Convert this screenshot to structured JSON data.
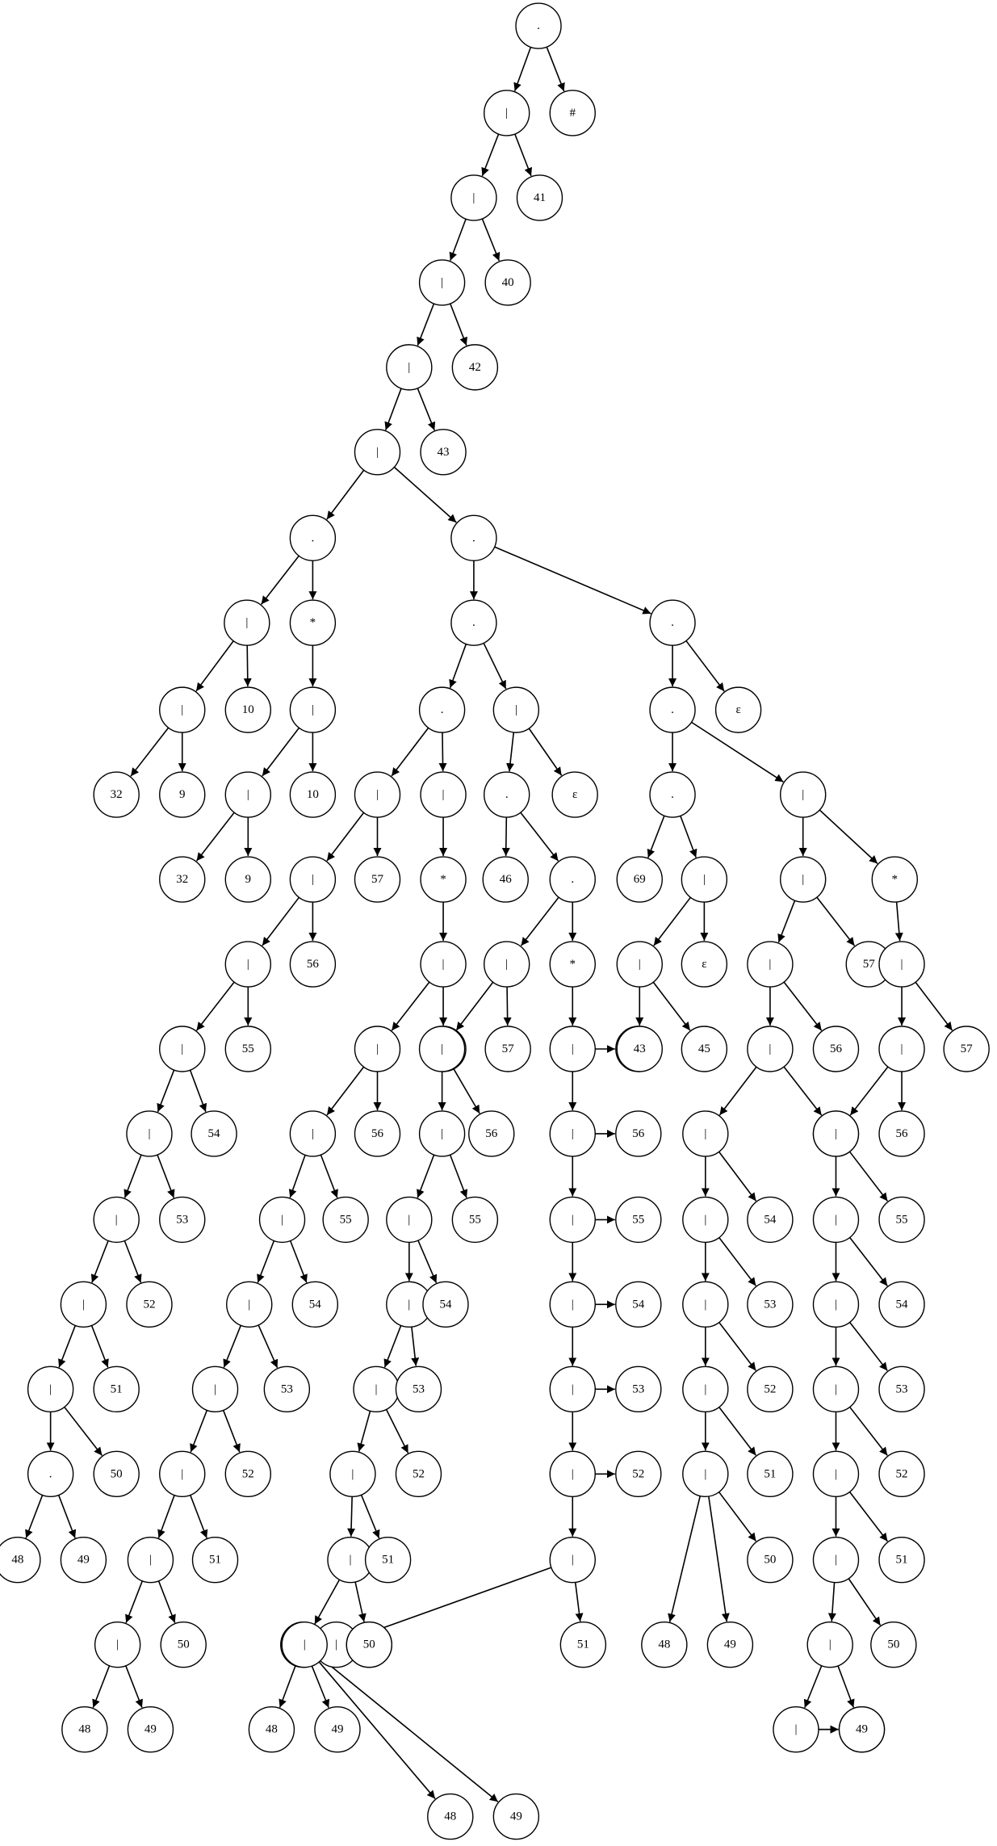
{
  "tree": {
    "nodes": [
      [
        "n1",
        "."
      ],
      [
        "n2",
        "|"
      ],
      [
        "n3",
        "#"
      ],
      [
        "n4",
        "|"
      ],
      [
        "n5",
        "41"
      ],
      [
        "n6",
        "|"
      ],
      [
        "n7",
        "40"
      ],
      [
        "n8",
        "|"
      ],
      [
        "n9",
        "42"
      ],
      [
        "n10",
        "|"
      ],
      [
        "n11",
        "43"
      ],
      [
        "n12",
        "."
      ],
      [
        "n13",
        "."
      ],
      [
        "a1",
        "|"
      ],
      [
        "a2",
        "*"
      ],
      [
        "a3",
        "|"
      ],
      [
        "a4",
        "10"
      ],
      [
        "a5",
        "32"
      ],
      [
        "a6",
        "9"
      ],
      [
        "a7",
        "|"
      ],
      [
        "a8",
        "|"
      ],
      [
        "a9",
        "10"
      ],
      [
        "a10",
        "32"
      ],
      [
        "a11",
        "9"
      ],
      [
        "b1",
        "."
      ],
      [
        "b2",
        "|"
      ],
      [
        "b3",
        "."
      ],
      [
        "b4",
        "ε"
      ],
      [
        "c1",
        "."
      ],
      [
        "c2",
        "|"
      ],
      [
        "c3",
        "*"
      ],
      [
        "c4",
        "|"
      ],
      [
        "c5",
        "57"
      ],
      [
        "c6",
        "|"
      ],
      [
        "c7",
        "56"
      ],
      [
        "c8",
        "|"
      ],
      [
        "c9",
        "55"
      ],
      [
        "c10",
        "|"
      ],
      [
        "c11",
        "54"
      ],
      [
        "c12",
        "|"
      ],
      [
        "c13",
        "53"
      ],
      [
        "c14",
        "|"
      ],
      [
        "c15",
        "52"
      ],
      [
        "c16",
        "|"
      ],
      [
        "c17",
        "51"
      ],
      [
        "c18",
        "|"
      ],
      [
        "c19",
        "50"
      ],
      [
        "c20",
        "48"
      ],
      [
        "c21",
        "49"
      ],
      [
        "d1",
        "|"
      ],
      [
        "d2",
        "|"
      ],
      [
        "d3",
        "57"
      ],
      [
        "d4",
        "|"
      ],
      [
        "d5",
        "56"
      ],
      [
        "d6",
        "|"
      ],
      [
        "d7",
        "55"
      ],
      [
        "d8",
        "|"
      ],
      [
        "d9",
        "54"
      ],
      [
        "d10",
        "|"
      ],
      [
        "d11",
        "53"
      ],
      [
        "d12",
        "|"
      ],
      [
        "d13",
        "52"
      ],
      [
        "d14",
        "|"
      ],
      [
        "d15",
        "51"
      ],
      [
        "d16",
        "|"
      ],
      [
        "d17",
        "50"
      ],
      [
        "d18",
        "|"
      ],
      [
        "d19",
        "48"
      ],
      [
        "d20",
        "49"
      ],
      [
        "e1",
        "."
      ],
      [
        "e2",
        "ε"
      ],
      [
        "e3",
        "46"
      ],
      [
        "e4",
        "."
      ],
      [
        "e5",
        "|"
      ],
      [
        "e6",
        "*"
      ],
      [
        "f1",
        "|"
      ],
      [
        "f2",
        "57"
      ],
      [
        "f3",
        "|"
      ],
      [
        "f4",
        "56"
      ],
      [
        "f5",
        "|"
      ],
      [
        "f6",
        "55"
      ],
      [
        "f7",
        "|"
      ],
      [
        "f8",
        "54"
      ],
      [
        "f9",
        "|"
      ],
      [
        "f10",
        "53"
      ],
      [
        "f11",
        "|"
      ],
      [
        "f12",
        "52"
      ],
      [
        "f13",
        "|"
      ],
      [
        "f14",
        "51"
      ],
      [
        "f15",
        "48"
      ],
      [
        "f16",
        "49"
      ],
      [
        "g1",
        "|"
      ],
      [
        "g2",
        "|"
      ],
      [
        "g3",
        "57"
      ],
      [
        "g4",
        "|"
      ],
      [
        "g5",
        "56"
      ],
      [
        "g6",
        "|"
      ],
      [
        "g7",
        "55"
      ],
      [
        "g8",
        "|"
      ],
      [
        "g9",
        "54"
      ],
      [
        "g10",
        "|"
      ],
      [
        "g11",
        "53"
      ],
      [
        "g12",
        "|"
      ],
      [
        "g13",
        "52"
      ],
      [
        "g14",
        "|"
      ],
      [
        "g15",
        "51"
      ],
      [
        "g16",
        "|"
      ],
      [
        "g17",
        "50"
      ],
      [
        "g18",
        "|"
      ],
      [
        "g19",
        "50"
      ],
      [
        "g20",
        "48"
      ],
      [
        "g21",
        "49"
      ],
      [
        "h1",
        "."
      ],
      [
        "h2",
        "ε"
      ],
      [
        "h3",
        "."
      ],
      [
        "h4",
        "."
      ],
      [
        "h5",
        "69"
      ],
      [
        "h6",
        "|"
      ],
      [
        "h7",
        "|"
      ],
      [
        "h8",
        "ε"
      ],
      [
        "h9",
        "43"
      ],
      [
        "h10",
        "45"
      ],
      [
        "i1",
        "|"
      ],
      [
        "i2",
        "*"
      ],
      [
        "i3",
        "|"
      ],
      [
        "i4",
        "57"
      ],
      [
        "i5",
        "|"
      ],
      [
        "i6",
        "56"
      ],
      [
        "i7",
        "|"
      ],
      [
        "i8",
        "55"
      ],
      [
        "i9",
        "|"
      ],
      [
        "i10",
        "54"
      ],
      [
        "i11",
        "|"
      ],
      [
        "i12",
        "53"
      ],
      [
        "i13",
        "|"
      ],
      [
        "i14",
        "52"
      ],
      [
        "i15",
        "|"
      ],
      [
        "i16",
        "51"
      ],
      [
        "i17",
        "|"
      ],
      [
        "i18",
        "50"
      ],
      [
        "i19",
        "48"
      ],
      [
        "i20",
        "49"
      ],
      [
        "j1",
        "|"
      ],
      [
        "j2",
        "|"
      ],
      [
        "j3",
        "57"
      ],
      [
        "j4",
        "|"
      ],
      [
        "j5",
        "56"
      ],
      [
        "j6",
        "|"
      ],
      [
        "j7",
        "55"
      ],
      [
        "j8",
        "|"
      ],
      [
        "j9",
        "54"
      ],
      [
        "j10",
        "|"
      ],
      [
        "j11",
        "53"
      ],
      [
        "j12",
        "|"
      ],
      [
        "j13",
        "52"
      ],
      [
        "j14",
        "|"
      ],
      [
        "j15",
        "51"
      ],
      [
        "j16",
        "|"
      ],
      [
        "j17",
        "50"
      ],
      [
        "j18",
        "|"
      ],
      [
        "j19",
        "48"
      ],
      [
        "j20",
        "49"
      ]
    ],
    "edges": [
      [
        "n1",
        "n2"
      ],
      [
        "n1",
        "n3"
      ],
      [
        "n2",
        "n4"
      ],
      [
        "n2",
        "n5"
      ],
      [
        "n4",
        "n6"
      ],
      [
        "n4",
        "n7"
      ],
      [
        "n6",
        "n8"
      ],
      [
        "n6",
        "n9"
      ],
      [
        "n8",
        "n10"
      ],
      [
        "n8",
        "n11"
      ],
      [
        "n10",
        "n12"
      ],
      [
        "n10",
        "n13"
      ],
      [
        "n12",
        "a1"
      ],
      [
        "n12",
        "a2"
      ],
      [
        "a1",
        "a3"
      ],
      [
        "a1",
        "a4"
      ],
      [
        "a3",
        "a5"
      ],
      [
        "a3",
        "a6"
      ],
      [
        "a2",
        "a7"
      ],
      [
        "a7",
        "a8"
      ],
      [
        "a7",
        "a9"
      ],
      [
        "a8",
        "a10"
      ],
      [
        "a8",
        "a11"
      ],
      [
        "n13",
        "b1"
      ],
      [
        "n13",
        "h1"
      ],
      [
        "b1",
        "b3"
      ],
      [
        "b1",
        "b2"
      ],
      [
        "b2",
        "e1"
      ],
      [
        "b2",
        "b4"
      ],
      [
        "b3",
        "c6"
      ],
      [
        "b3",
        "c2"
      ],
      [
        "c6",
        "c4"
      ],
      [
        "c6",
        "c5"
      ],
      [
        "c4",
        "c8"
      ],
      [
        "c4",
        "c7"
      ],
      [
        "c8",
        "c10"
      ],
      [
        "c8",
        "c9"
      ],
      [
        "c10",
        "c12"
      ],
      [
        "c10",
        "c11"
      ],
      [
        "c12",
        "c14"
      ],
      [
        "c12",
        "c13"
      ],
      [
        "c14",
        "c16"
      ],
      [
        "c14",
        "c15"
      ],
      [
        "c16",
        "c18"
      ],
      [
        "c16",
        "c17"
      ],
      [
        "c18",
        "c1"
      ],
      [
        "c18",
        "c19"
      ],
      [
        "c1",
        "c20"
      ],
      [
        "c1",
        "c21"
      ],
      [
        "c2",
        "c3"
      ],
      [
        "c3",
        "d1"
      ],
      [
        "d1",
        "d2"
      ],
      [
        "d1",
        "d3"
      ],
      [
        "d2",
        "d4"
      ],
      [
        "d2",
        "d5"
      ],
      [
        "d4",
        "d6"
      ],
      [
        "d4",
        "d7"
      ],
      [
        "d6",
        "d8"
      ],
      [
        "d6",
        "d9"
      ],
      [
        "d8",
        "d10"
      ],
      [
        "d8",
        "d11"
      ],
      [
        "d10",
        "d12"
      ],
      [
        "d10",
        "d13"
      ],
      [
        "d12",
        "d14"
      ],
      [
        "d12",
        "d15"
      ],
      [
        "d14",
        "d16"
      ],
      [
        "d14",
        "d17"
      ],
      [
        "d16",
        "d19"
      ],
      [
        "d16",
        "d20"
      ],
      [
        "e1",
        "e3"
      ],
      [
        "e1",
        "e4"
      ],
      [
        "e4",
        "e5"
      ],
      [
        "e4",
        "e6"
      ],
      [
        "e5",
        "g1"
      ],
      [
        "e5",
        "g3"
      ],
      [
        "g1",
        "g2"
      ],
      [
        "g1",
        "g5"
      ],
      [
        "g2",
        "g4"
      ],
      [
        "g2",
        "g7"
      ],
      [
        "g4",
        "g6"
      ],
      [
        "g4",
        "g9"
      ],
      [
        "g6",
        "g8"
      ],
      [
        "g6",
        "g11"
      ],
      [
        "g8",
        "g10"
      ],
      [
        "g8",
        "g13"
      ],
      [
        "g10",
        "g12"
      ],
      [
        "g10",
        "g15"
      ],
      [
        "g12",
        "g14"
      ],
      [
        "g12",
        "g17"
      ],
      [
        "g14",
        "g20"
      ],
      [
        "g14",
        "g21"
      ],
      [
        "e6",
        "f1"
      ],
      [
        "f1",
        "f3"
      ],
      [
        "f1",
        "f2"
      ],
      [
        "f3",
        "f5"
      ],
      [
        "f3",
        "f4"
      ],
      [
        "f5",
        "f7"
      ],
      [
        "f5",
        "f6"
      ],
      [
        "f7",
        "f9"
      ],
      [
        "f7",
        "f8"
      ],
      [
        "f9",
        "f11"
      ],
      [
        "f9",
        "f10"
      ],
      [
        "f11",
        "f13"
      ],
      [
        "f11",
        "f12"
      ],
      [
        "f13",
        "g16"
      ],
      [
        "f13",
        "f14"
      ],
      [
        "g16",
        "g18"
      ],
      [
        "g16",
        "g19"
      ],
      [
        "g18",
        "f15"
      ],
      [
        "g18",
        "f16"
      ],
      [
        "h1",
        "h3"
      ],
      [
        "h1",
        "h2"
      ],
      [
        "h3",
        "h4"
      ],
      [
        "h3",
        "i1"
      ],
      [
        "h4",
        "h5"
      ],
      [
        "h4",
        "h6"
      ],
      [
        "h6",
        "h7"
      ],
      [
        "h6",
        "h8"
      ],
      [
        "h7",
        "h9"
      ],
      [
        "h7",
        "h10"
      ],
      [
        "i1",
        "i3"
      ],
      [
        "i1",
        "i2"
      ],
      [
        "i3",
        "i5"
      ],
      [
        "i3",
        "i4"
      ],
      [
        "i5",
        "i7"
      ],
      [
        "i5",
        "i6"
      ],
      [
        "i7",
        "i9"
      ],
      [
        "i7",
        "i8"
      ],
      [
        "i9",
        "i11"
      ],
      [
        "i9",
        "i10"
      ],
      [
        "i11",
        "i13"
      ],
      [
        "i11",
        "i12"
      ],
      [
        "i13",
        "i15"
      ],
      [
        "i13",
        "i14"
      ],
      [
        "i15",
        "i17"
      ],
      [
        "i15",
        "i16"
      ],
      [
        "i17",
        "i19"
      ],
      [
        "i17",
        "i20"
      ],
      [
        "i17",
        "i18"
      ],
      [
        "i2",
        "j1"
      ],
      [
        "j1",
        "j2"
      ],
      [
        "j1",
        "j3"
      ],
      [
        "j2",
        "j4"
      ],
      [
        "j2",
        "j5"
      ],
      [
        "j4",
        "j6"
      ],
      [
        "j4",
        "j7"
      ],
      [
        "j6",
        "j8"
      ],
      [
        "j6",
        "j9"
      ],
      [
        "j8",
        "j10"
      ],
      [
        "j8",
        "j11"
      ],
      [
        "j10",
        "j12"
      ],
      [
        "j10",
        "j13"
      ],
      [
        "j12",
        "j14"
      ],
      [
        "j12",
        "j15"
      ],
      [
        "j14",
        "j16"
      ],
      [
        "j14",
        "j17"
      ],
      [
        "j16",
        "j18"
      ],
      [
        "j16",
        "j19"
      ],
      [
        "j18",
        "j19"
      ],
      [
        "j18",
        "j20"
      ]
    ]
  }
}
